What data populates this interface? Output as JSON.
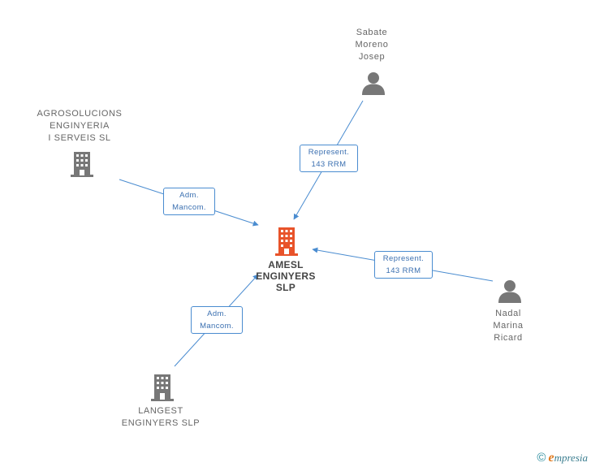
{
  "colors": {
    "edge": "#4a8cd0",
    "company": "#777777",
    "center_company": "#e8532a",
    "person": "#777777"
  },
  "nodes": {
    "center": {
      "lines": [
        "AMESL",
        "ENGINYERS",
        "SLP"
      ],
      "icon": "building-icon"
    },
    "agrosolucions": {
      "lines": [
        "AGROSOLUCIONS",
        "ENGINYERIA",
        "I SERVEIS SL"
      ],
      "icon": "building-icon"
    },
    "langest": {
      "lines": [
        "LANGEST",
        "ENGINYERS SLP"
      ],
      "icon": "building-icon"
    },
    "sabate": {
      "lines": [
        "Sabate",
        "Moreno",
        "Josep"
      ],
      "icon": "person-icon"
    },
    "nadal": {
      "lines": [
        "Nadal",
        "Marina",
        "Ricard"
      ],
      "icon": "person-icon"
    }
  },
  "edges": {
    "sabate": {
      "lines": [
        "Represent.",
        "143 RRM"
      ]
    },
    "agrosolucions": {
      "lines": [
        "Adm.",
        "Mancom."
      ]
    },
    "nadal": {
      "lines": [
        "Represent.",
        "143 RRM"
      ]
    },
    "langest": {
      "lines": [
        "Adm.",
        "Mancom."
      ]
    }
  },
  "footer": {
    "copyright": "©",
    "brand_e": "e",
    "brand_rest": "mpresia"
  }
}
